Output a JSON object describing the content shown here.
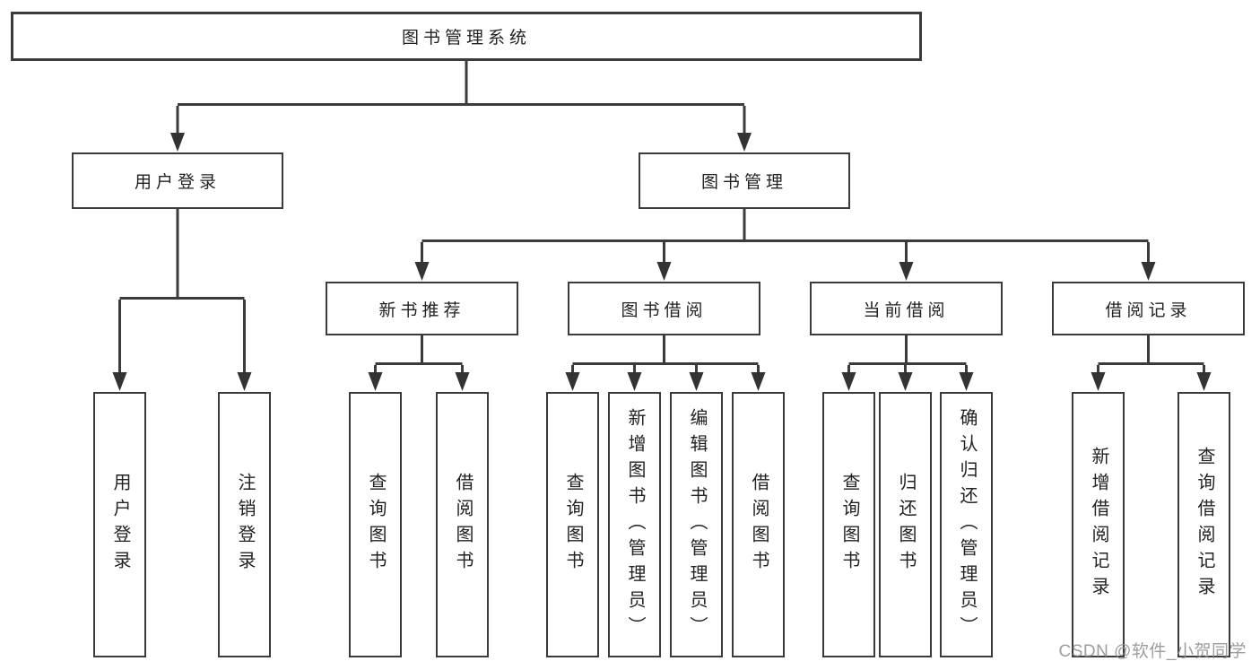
{
  "nodes": {
    "root": {
      "label": "图书管理系统"
    },
    "user_login": {
      "label": "用户登录"
    },
    "book_manage": {
      "label": "图书管理"
    },
    "new_book_recommend": {
      "label": "新书推荐"
    },
    "book_borrow": {
      "label": "图书借阅"
    },
    "current_borrow": {
      "label": "当前借阅"
    },
    "borrow_records": {
      "label": "借阅记录"
    },
    "leaf_user_login": {
      "label": "用户登录"
    },
    "leaf_logout": {
      "label": "注销登录"
    },
    "leaf_nb_query_books": {
      "label": "查询图书"
    },
    "leaf_nb_borrow_books": {
      "label": "借阅图书"
    },
    "leaf_bb_query_books": {
      "label": "查询图书"
    },
    "leaf_bb_add_books_admin": {
      "label": "新增图书（管理员）"
    },
    "leaf_bb_edit_books_admin": {
      "label": "编辑图书（管理员）"
    },
    "leaf_bb_borrow_books": {
      "label": "借阅图书"
    },
    "leaf_cb_query_books": {
      "label": "查询图书"
    },
    "leaf_cb_return_books": {
      "label": "归还图书"
    },
    "leaf_cb_confirm_return_admin": {
      "label": "确认归还（管理员）"
    },
    "leaf_br_add_record": {
      "label": "新增借阅记录"
    },
    "leaf_br_query_record": {
      "label": "查询借阅记录"
    }
  },
  "hierarchy": {
    "图书管理系统": {
      "用户登录": [
        "用户登录",
        "注销登录"
      ],
      "图书管理": {
        "新书推荐": [
          "查询图书",
          "借阅图书"
        ],
        "图书借阅": [
          "查询图书",
          "新增图书（管理员）",
          "编辑图书（管理员）",
          "借阅图书"
        ],
        "当前借阅": [
          "查询图书",
          "归还图书",
          "确认归还（管理员）"
        ],
        "借阅记录": [
          "新增借阅记录",
          "查询借阅记录"
        ]
      }
    }
  },
  "watermark": "CSDN @软件_小贺同学",
  "colors": {
    "line": "#3b3b3b",
    "box_border": "#3b3b3b",
    "text": "#222222",
    "watermark": "#8c8c8c",
    "background": "#ffffff"
  }
}
